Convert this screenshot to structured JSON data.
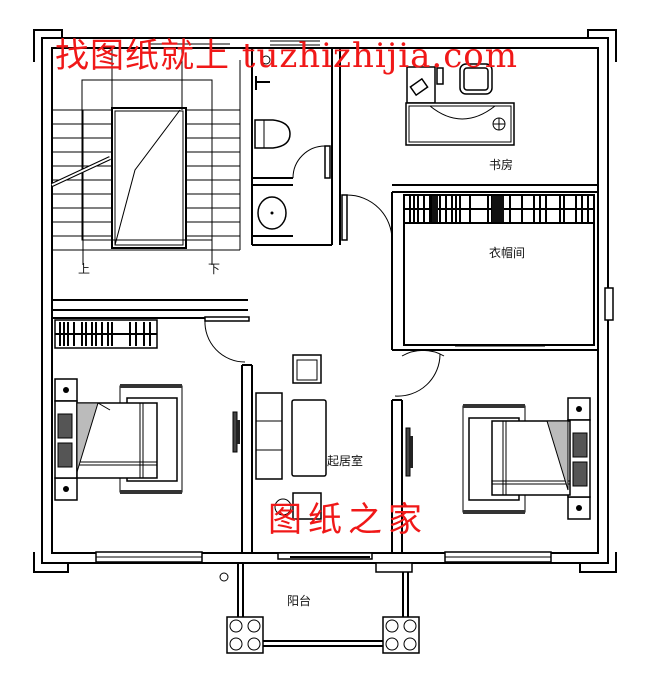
{
  "watermarks": {
    "top": "找图纸就上 tuzhizhijia.com",
    "bottom": "图纸之家",
    "color": "#f01818"
  },
  "rooms": {
    "study": "书房",
    "cloakroom": "衣帽间",
    "living_room": "起居室",
    "balcony": "阳台"
  },
  "stairs": {
    "up_label": "上",
    "down_label": "下"
  },
  "colors": {
    "wall": "#000000",
    "background": "#ffffff"
  }
}
